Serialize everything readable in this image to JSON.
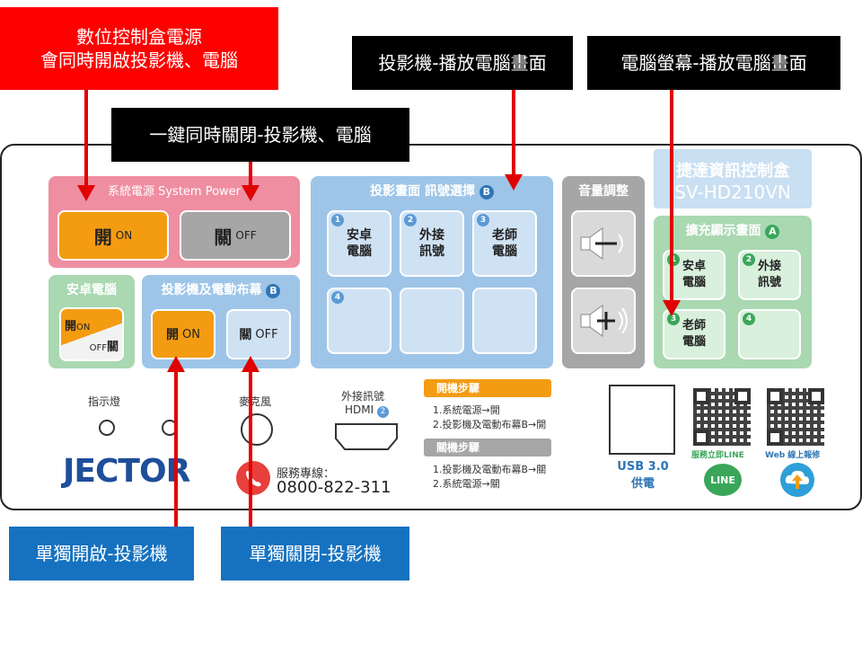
{
  "callouts": {
    "power_all_on": "數位控制盒電源\n會同時開啟投影機、電腦",
    "one_key_off": "一鍵同時關閉-投影機、電腦",
    "projector_pc_screen": "投影機-播放電腦畫面",
    "monitor_pc_screen": "電腦螢幕-播放電腦畫面",
    "projector_on_only": "單獨開啟-投影機",
    "projector_off_only": "單獨關閉-投影機"
  },
  "system_power": {
    "title": "系統電源 System Power",
    "on_main": "開",
    "on_sub": "ON",
    "off_main": "關",
    "off_sub": "OFF"
  },
  "android_pc": {
    "title": "安卓電腦",
    "on_main": "開",
    "on_sub": "ON",
    "off_sub": "OFF",
    "off_main": "關"
  },
  "projector_screen": {
    "title": "投影機及電動布幕",
    "badge": "B",
    "on_main": "開",
    "on_sub": "ON",
    "off_main": "關",
    "off_sub": "OFF"
  },
  "signal_select": {
    "title": "投影畫面 訊號選擇",
    "badge": "B",
    "buttons": [
      {
        "num": "1",
        "line1": "安卓",
        "line2": "電腦"
      },
      {
        "num": "2",
        "line1": "外接",
        "line2": "訊號"
      },
      {
        "num": "3",
        "line1": "老師",
        "line2": "電腦"
      },
      {
        "num": "4",
        "line1": "",
        "line2": ""
      }
    ]
  },
  "volume": {
    "title": "音量調整",
    "down_symbol": "−",
    "up_symbol": "+"
  },
  "device": {
    "brand_line1": "捷達資訊控制盒",
    "model": "SV-HD210VN"
  },
  "extend_display": {
    "title": "擴充顯示畫面",
    "badge": "A",
    "buttons": [
      {
        "num": "1",
        "line1": "安卓",
        "line2": "電腦"
      },
      {
        "num": "2",
        "line1": "外接",
        "line2": "訊號"
      },
      {
        "num": "3",
        "line1": "老師",
        "line2": "電腦"
      },
      {
        "num": "4",
        "line1": "",
        "line2": ""
      }
    ]
  },
  "indicators": {
    "indicator_label": "指示燈",
    "mic_label": "麥克風",
    "hdmi_label": "外接訊號",
    "hdmi_port": "HDMI",
    "hdmi_badge": "2"
  },
  "steps": {
    "power_on_title": "開機步驟",
    "power_on_1": "1.系統電源→開",
    "power_on_2": "2.投影機及電動布幕B→開",
    "power_off_title": "關機步驟",
    "power_off_1": "1.投影機及電動布幕B→關",
    "power_off_2": "2.系統電源→關"
  },
  "service": {
    "label": "服務專線：",
    "phone": "0800-822-311"
  },
  "usb": {
    "line1": "USB 3.0",
    "line2": "供電"
  },
  "qr": {
    "line_label": "服務立即LINE",
    "line_badge": "LINE",
    "web_label": "Web 線上報修"
  },
  "logo": {
    "text": "JECTOR"
  },
  "colors": {
    "pink": "#e8798f",
    "orange": "#f39c12",
    "gray": "#a6a6a6",
    "blue_section": "#9ec5e8",
    "green_section": "#a9d8b1",
    "callout_red": "#ff0000",
    "callout_blue": "#1672c0"
  }
}
